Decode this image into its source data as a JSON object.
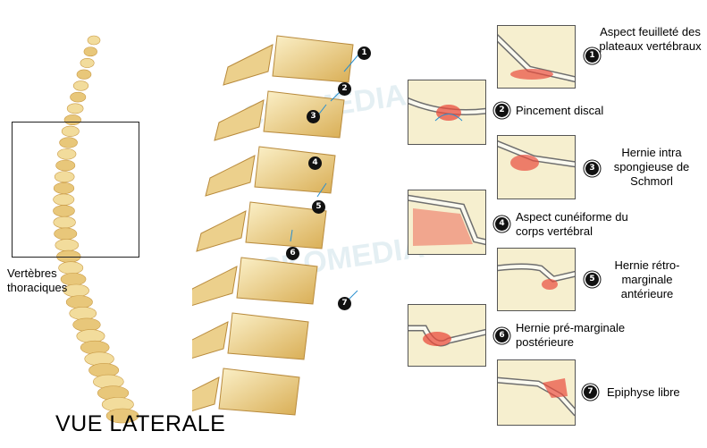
{
  "title": "VUE LATERALE",
  "spine_label": "Vertèbres\nthoraciques",
  "watermark": "CKOMEDIA",
  "colors": {
    "bone": "#f2dc9c",
    "bone_shadow": "#d9ae55",
    "lesion": "#ea4d3d",
    "panel_bg": "#f6efcf",
    "leader": "#2a8fcf"
  },
  "callouts": [
    {
      "n": "1",
      "text": "Aspect feuilleté des plateaux vertébraux"
    },
    {
      "n": "2",
      "text": "Pincement discal"
    },
    {
      "n": "3",
      "text": "Hernie intra spongieuse de Schmorl"
    },
    {
      "n": "4",
      "text": "Aspect cunéiforme du corps vertébral"
    },
    {
      "n": "5",
      "text": "Hernie rétro-marginale antérieure"
    },
    {
      "n": "6",
      "text": "Hernie pré-marginale postérieure"
    },
    {
      "n": "7",
      "text": "Epiphyse libre"
    }
  ]
}
